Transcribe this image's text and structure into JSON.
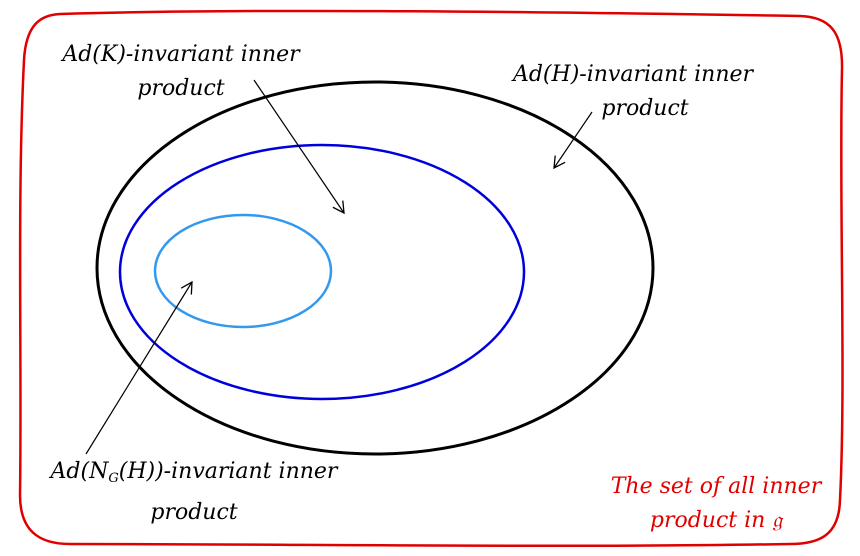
{
  "colors": {
    "universal_set": "#e00000",
    "ad_h_set": "#000000",
    "ad_k_set": "#0000dd",
    "ad_ngh_set": "#3399ee",
    "arrows": "#000000"
  },
  "labels": {
    "ad_k": {
      "line1": "Ad(K)-invariant inner",
      "line2": "product"
    },
    "ad_h": {
      "line1": "Ad(H)-invariant inner",
      "line2": "product"
    },
    "ad_ngh": {
      "prefix": "Ad(N",
      "sub": "G",
      "suffix": "(H))-invariant inner",
      "line2": "product"
    },
    "universal": {
      "line1": "The set of all inner",
      "line2": "product in 𝔤"
    }
  }
}
